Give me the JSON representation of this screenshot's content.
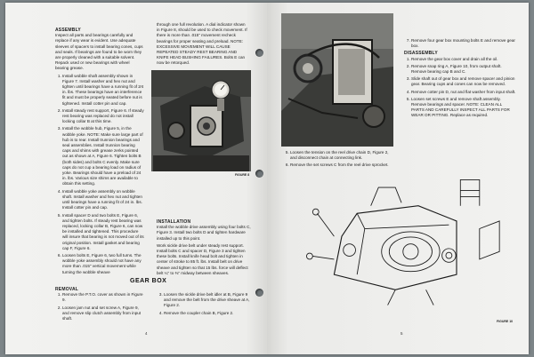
{
  "left_page": {
    "assembly": {
      "heading": "ASSEMBLY",
      "intro": "Inspect all parts and bearings carefully and replace if any wear is evident. Use adequate sleeves of spacers to install bearing cones, cups and seals. If bearings are found to be worn they are properly cleaned with a suitable solvent. Repack used or new bearings with wheel bearing grease.",
      "steps": [
        "Install wobble shaft assembly shown in Figure 7. Install washer and hex nut and tighten until bearings have a running fit of 2⁄4 in. lbs. These bearings have an interference fit and must be properly seated before nut is tightened. Install cotter pin and cap.",
        "Install steady rest support, Figure 6. If steady rest bearing was replaced do not install locking collar B at this time.",
        "Install the wobble hub, Figure 5, in the wobble yoke. NOTE: Make sure large part of hub is to rear. Install trunnion bearings and seal assemblies. Install trunnion bearing caps and shims with grease zerks pointed out as shown at A, Figure 6. Tighten bolts B (both sides) and bolts C evenly. Make sure caps do not cup a bearing load on radius of yoke. Bearings should have a preload of 24 in. lbs. Various size shims are available to obtain this setting.",
        "Install wobble yoke assembly on wobble shaft. Install washer and hex nut and tighten until bearings have a running fit of 24 in. lbs. Install cotter pin and cap.",
        "Install spacer D and two bolts E, Figure 6, and tighten bolts. If steady rest bearing was replaced, locking collar B, Figure 6, can now be installed and tightened. This procedure will insure that bearing is not moved out of its original position. Install gasket and bearing cap F, Figure 6.",
        "Loosen bolts E, Figure 6, two full turns. The wobble yoke assembly should not have any more than .015\" vertical movement while turning the wobble sheave"
      ]
    },
    "col2_top": "through one full revolution. A dial indicator shown in Figure 8, should be used to check movement. If there is more than .015\" movement recheck bearings for proper seating and preload. NOTE: EXCESSIVE MOVEMENT WILL CAUSE REPEATED STEADY REST BEARING AND KNIFE HEAD BUSHING FAILURES. Bolts E can now be retorqued.",
    "figure_label": "FIGURE 8",
    "installation": {
      "heading": "INSTALLATION",
      "p1": "Install the wobble drive assembly using four bolts C, Figure 3. Install two bolts D and tighten hardware installed up to this point.",
      "p2": "Work sickle drive belt under steady rest support. Install bolts C and spacer D, Figure 3 and tighten these bolts. Install knife head bolt and tighten in center of stroke to 85 ft. lbs. Install belt on drive sheave and tighten so that 15 lbs. force will deflect belt ¼\" to ⅜\" midway between sheaves."
    },
    "gear_box": {
      "heading": "GEAR BOX",
      "removal_heading": "REMOVAL",
      "steps_a": [
        "Remove the P.T.O. cover as shown in Figure 9.",
        "Loosen jam nut and set screw A, Figure 9, and remove slip clutch assembly from input shaft."
      ],
      "steps_b": [
        "Loosen the sickle drive belt idler at B, Figure 9 and remove the belt from the drive sheave at A, Figure 2.",
        "Remove the coupler chain B, Figure 2."
      ]
    },
    "page_number": "4"
  },
  "right_page": {
    "steps_mid": [
      "Loosen the tension on the reel drive chain D, Figure 2, and disconnect chain at connecting link.",
      "Remove the set screws C from the reel drive sprocket."
    ],
    "step7": "Remove four gear box mounting bolts E and remove gear box.",
    "disassembly": {
      "heading": "DISASSEMBLY",
      "steps": [
        "Remove the gear box cover and drain all the oil.",
        "Remove snap ring A, Figure 10, from output shaft. Remove bearing cap B and C.",
        "Slide shaft out of gear box and remove spacer and pinion gear. Bearing cups and cones can now be removed.",
        "Remove cotter pin D, nut and flat washer from input shaft.",
        "Loosen set screws E and remove shaft assembly. Remove bearings and spacer. NOTE: CLEAN ALL PARTS AND CAREFULLY INSPECT ALL PARTS FOR WEAR OR PITTING. Replace as required."
      ]
    },
    "figure_label": "FIGURE 10",
    "page_number": "5"
  },
  "colors": {
    "paper": "#efefed",
    "ink": "#1a1a1a",
    "background": "#7d8588"
  }
}
